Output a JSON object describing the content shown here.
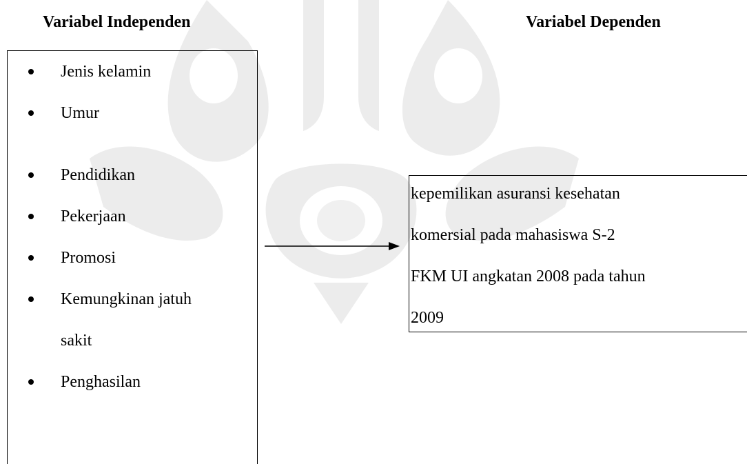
{
  "headings": {
    "independent": "Variabel Independen",
    "dependent": "Variabel Dependen"
  },
  "independent_variables": [
    "Jenis kelamin",
    "Umur",
    "Pendidikan",
    "Pekerjaan",
    "Promosi",
    "Kemungkinan jatuh",
    "sakit",
    "Penghasilan"
  ],
  "dependent_variable": {
    "lines": [
      "kepemilikan asuransi kesehatan",
      "komersial pada mahasiswa S-2",
      "FKM UI angkatan 2008 pada tahun",
      "2009"
    ]
  },
  "colors": {
    "text": "#000000",
    "watermark": "#ececec"
  },
  "icons": {
    "bullet": "bullet-dot-icon",
    "arrow": "right-arrow-icon",
    "watermark": "university-logo-watermark"
  }
}
